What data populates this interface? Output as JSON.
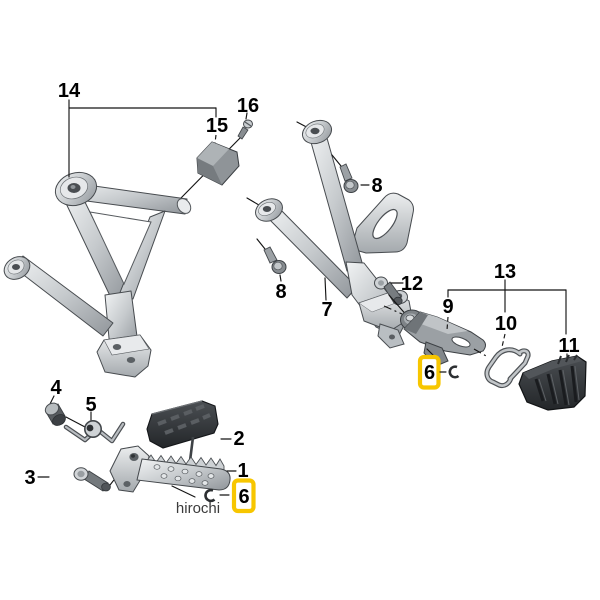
{
  "watermark": "hirochi",
  "colors": {
    "background": "#FFFFFF",
    "highlight_box": "#F7C600",
    "label_text": "#000000",
    "watermark_text": "#3B3B3B"
  },
  "callouts": {
    "part1": "1",
    "part2": "2",
    "part3": "3",
    "part4": "4",
    "part5": "5",
    "part6_right": "6",
    "part6_bottom": "6",
    "part7": "7",
    "part8_upper": "8",
    "part8_lower": "8",
    "part9": "9",
    "part10": "10",
    "part11": "11",
    "part12": "12",
    "part13": "13",
    "part14": "14",
    "part15": "15",
    "part16": "16"
  }
}
